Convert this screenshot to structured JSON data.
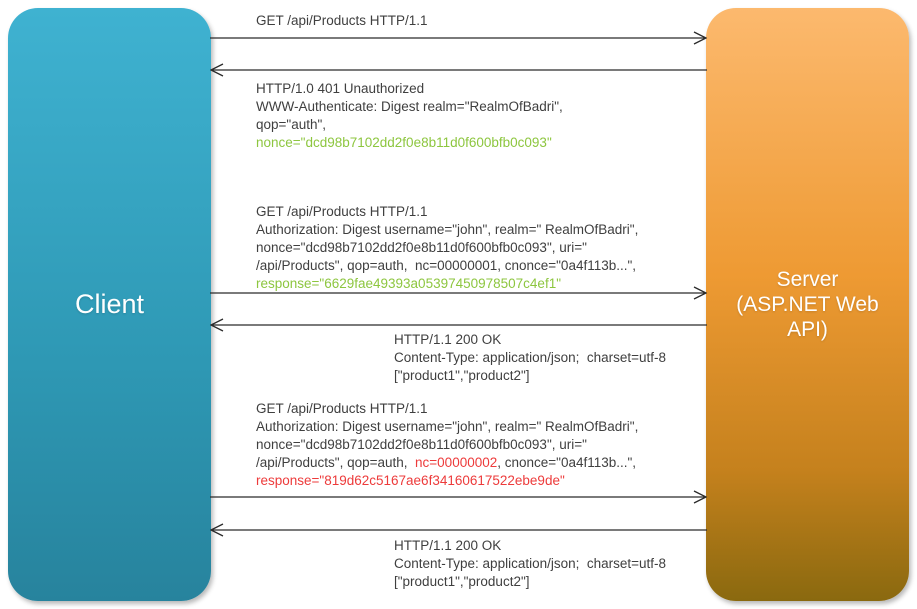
{
  "diagram": {
    "title_semantic": "HTTP Digest Authentication flow",
    "client": {
      "label": "Client"
    },
    "server": {
      "label_lines": [
        "Server",
        "(ASP.NET Web",
        "API)"
      ]
    },
    "colors": {
      "client_top": "#3fb2d1",
      "client_mid": "#2e98b4",
      "client_bottom": "#27839d",
      "server_top": "#fcb96e",
      "server_mid": "#ee9a33",
      "server_low": "#c5811d",
      "server_bottom": "#8a690f",
      "text_default": "#3f3f3f",
      "nonce_green": "#8dc63f",
      "alert_red": "#ed3b3b",
      "arrow": "#2b2b2b"
    },
    "messages": [
      {
        "name": "get-products-1",
        "direction": "client-to-server",
        "lines": [
          [
            {
              "color": "default",
              "text": "GET /api/Products HTTP/1.1"
            }
          ]
        ]
      },
      {
        "name": "401-unauthorized",
        "direction": "server-to-client",
        "lines": [
          [
            {
              "color": "default",
              "text": "HTTP/1.0 401 Unauthorized"
            }
          ],
          [
            {
              "color": "default",
              "text": "WWW-Authenticate: Digest realm=\"RealmOfBadri\","
            }
          ],
          [
            {
              "color": "default",
              "text": "qop=\"auth\","
            }
          ],
          [
            {
              "color": "green",
              "text": "nonce=\"dcd98b7102dd2f0e8b11d0f600bfb0c093\""
            }
          ]
        ]
      },
      {
        "name": "get-products-auth-1",
        "direction": "client-to-server",
        "lines": [
          [
            {
              "color": "default",
              "text": "GET /api/Products HTTP/1.1"
            }
          ],
          [
            {
              "color": "default",
              "text": "Authorization: Digest username=\"john\", realm=\" RealmOfBadri\","
            }
          ],
          [
            {
              "color": "default",
              "text": "nonce=\"dcd98b7102dd2f0e8b11d0f600bfb0c093\", uri=\""
            }
          ],
          [
            {
              "color": "default",
              "text": "/api/Products\", qop=auth,  nc=00000001, cnonce=\"0a4f113b...\","
            }
          ],
          [
            {
              "color": "green",
              "text": "response=\"6629fae49393a05397450978507c4ef1\""
            }
          ]
        ]
      },
      {
        "name": "200-ok-1",
        "direction": "server-to-client",
        "lines": [
          [
            {
              "color": "default",
              "text": "HTTP/1.1 200 OK"
            }
          ],
          [
            {
              "color": "default",
              "text": "Content-Type: application/json;  charset=utf-8"
            }
          ],
          [
            {
              "color": "default",
              "text": "[\"product1\",\"product2\"]"
            }
          ]
        ]
      },
      {
        "name": "get-products-auth-2",
        "direction": "client-to-server",
        "lines": [
          [
            {
              "color": "default",
              "text": "GET /api/Products HTTP/1.1"
            }
          ],
          [
            {
              "color": "default",
              "text": "Authorization: Digest username=\"john\", realm=\" RealmOfBadri\","
            }
          ],
          [
            {
              "color": "default",
              "text": "nonce=\"dcd98b7102dd2f0e8b11d0f600bfb0c093\", uri=\""
            }
          ],
          [
            {
              "color": "default",
              "text": "/api/Products\", qop=auth,  "
            },
            {
              "color": "red",
              "text": "nc=00000002"
            },
            {
              "color": "default",
              "text": ", cnonce=\"0a4f113b...\","
            }
          ],
          [
            {
              "color": "red",
              "text": "response=\"819d62c5167ae6f34160617522ebe9de\""
            }
          ]
        ]
      },
      {
        "name": "200-ok-2",
        "direction": "server-to-client",
        "lines": [
          [
            {
              "color": "default",
              "text": "HTTP/1.1 200 OK"
            }
          ],
          [
            {
              "color": "default",
              "text": "Content-Type: application/json;  charset=utf-8"
            }
          ],
          [
            {
              "color": "default",
              "text": "[\"product1\",\"product2\"]"
            }
          ]
        ]
      }
    ]
  }
}
